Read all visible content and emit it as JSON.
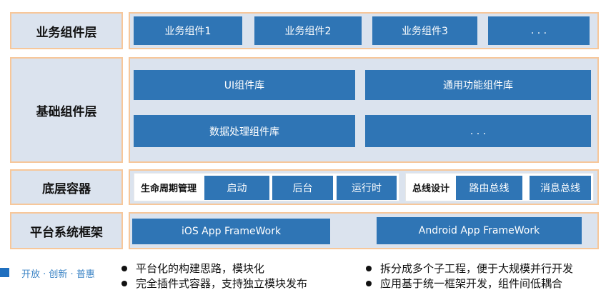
{
  "layers": {
    "business": {
      "label": "业务组件层",
      "items": [
        "业务组件1",
        "业务组件2",
        "业务组件3",
        ". . ."
      ]
    },
    "base": {
      "label": "基础组件层",
      "items": [
        "UI组件库",
        "通用功能组件库",
        "数据处理组件库",
        ". . ."
      ]
    },
    "container": {
      "label": "底层容器",
      "lifecycle": {
        "label": "生命周期管理",
        "items": [
          "启动",
          "后台",
          "运行时"
        ]
      },
      "bus": {
        "label": "总线设计",
        "items": [
          "路由总线",
          "消息总线"
        ]
      }
    },
    "platform": {
      "label": "平台系统框架",
      "items": [
        "iOS App FrameWork",
        "Android App FrameWork"
      ]
    }
  },
  "footer": {
    "tag": "开放 · 创新 · 普惠",
    "bullets": [
      "平台化的构建思路，模块化",
      "完全插件式容器，支持独立模块发布",
      "拆分成多个子工程，便于大规模并行开发",
      "应用基于统一框架开发，组件间低耦合"
    ]
  },
  "colors": {
    "block": "#2f75b5",
    "panel": "#dbe3ee",
    "border": "#f7c79a",
    "accent": "#1f6fbf"
  }
}
